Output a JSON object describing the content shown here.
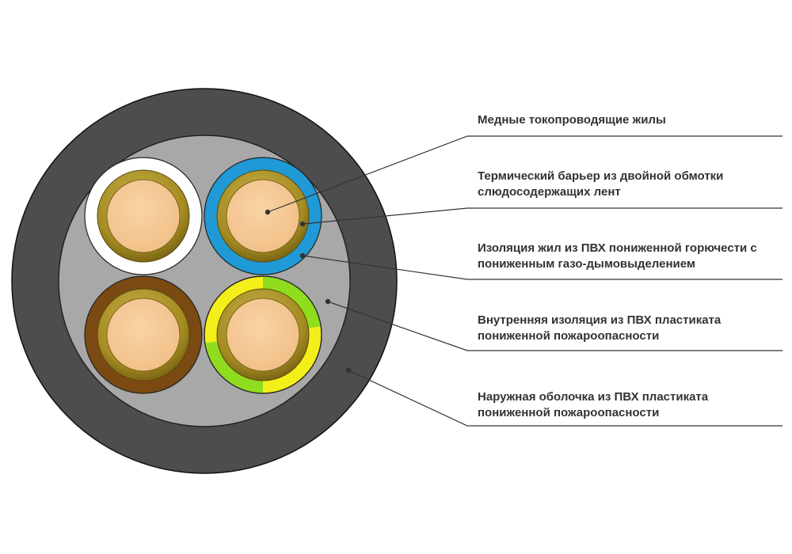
{
  "labels": {
    "copper_conductors": "Медные токопроводящие жилы",
    "thermal_barrier": "Термический барьер из двойной обмотки\nслюдосодержащих лент",
    "core_insulation": "Изоляция жил из ПВХ пониженной горючести с\nпониженным газо-дымовыделением",
    "inner_insulation": "Внутренняя изоляция из ПВХ пластиката\nпониженной пожароопасности",
    "outer_sheath": "Наружная оболочка из ПВХ пластиката\nпониженной пожароопасности"
  },
  "colors": {
    "outer_sheath": "#4d4d4d",
    "inner_filler": "#a8a8a8",
    "copper": "#f6c993",
    "mica_tape": "#a08a1e",
    "core_white": "#ffffff",
    "core_blue": "#1f9ad6",
    "core_brown": "#7a4a12",
    "core_yellow": "#f4ee1a",
    "core_green": "#8fdd1e",
    "leader_line": "#333333",
    "text": "#333333"
  }
}
